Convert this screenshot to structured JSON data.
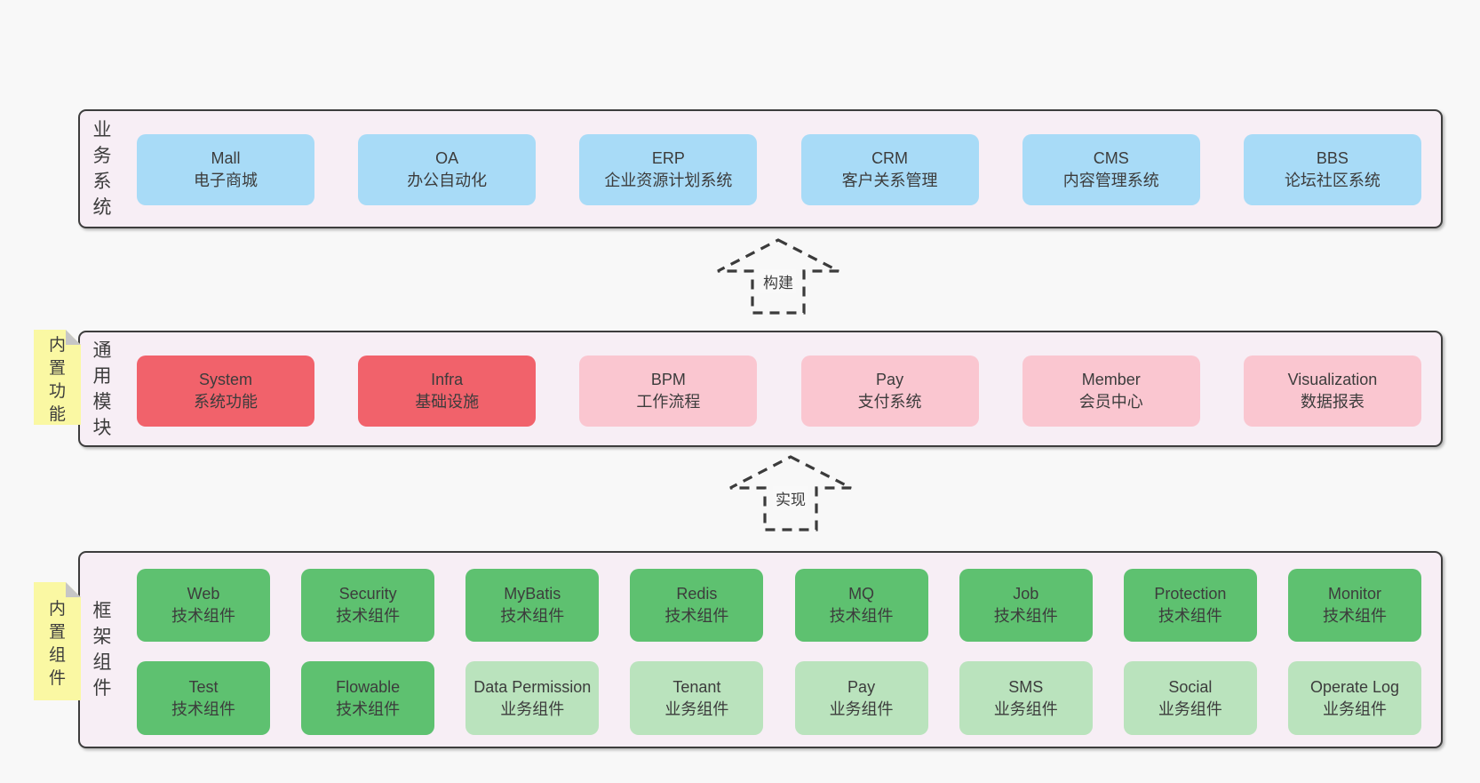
{
  "colors": {
    "page_bg": "#f8f8f8",
    "panel_bg": "#f7eef5",
    "panel_border": "#3d3d3d",
    "business_box_blue": "#a8dbf7",
    "core_module_red": "#f1626b",
    "optional_module_pink": "#fac6d0",
    "tech_component_green": "#5ec170",
    "biz_component_lightgreen": "#bae3bd",
    "sticky_yellow": "#faf8a3",
    "sticky_fold_gray": "#c6c6c6",
    "text": "#3c3c3c"
  },
  "layers": {
    "business": {
      "label": "业务系统",
      "boxes": [
        {
          "title": "Mall",
          "subtitle": "电子商城",
          "color": "blue"
        },
        {
          "title": "OA",
          "subtitle": "办公自动化",
          "color": "blue"
        },
        {
          "title": "ERP",
          "subtitle": "企业资源计划系统",
          "color": "blue"
        },
        {
          "title": "CRM",
          "subtitle": "客户关系管理",
          "color": "blue"
        },
        {
          "title": "CMS",
          "subtitle": "内容管理系统",
          "color": "blue"
        },
        {
          "title": "BBS",
          "subtitle": "论坛社区系统",
          "color": "blue"
        }
      ]
    },
    "modules": {
      "label": "通用模块",
      "sticky": "内置功能",
      "boxes": [
        {
          "title": "System",
          "subtitle": "系统功能",
          "color": "red"
        },
        {
          "title": "Infra",
          "subtitle": "基础设施",
          "color": "red"
        },
        {
          "title": "BPM",
          "subtitle": "工作流程",
          "color": "pink"
        },
        {
          "title": "Pay",
          "subtitle": "支付系统",
          "color": "pink"
        },
        {
          "title": "Member",
          "subtitle": "会员中心",
          "color": "pink"
        },
        {
          "title": "Visualization",
          "subtitle": "数据报表",
          "color": "pink"
        }
      ]
    },
    "components": {
      "label": "框架组件",
      "sticky": "内置组件",
      "row1": [
        {
          "title": "Web",
          "subtitle": "技术组件",
          "color": "green"
        },
        {
          "title": "Security",
          "subtitle": "技术组件",
          "color": "green"
        },
        {
          "title": "MyBatis",
          "subtitle": "技术组件",
          "color": "green"
        },
        {
          "title": "Redis",
          "subtitle": "技术组件",
          "color": "green"
        },
        {
          "title": "MQ",
          "subtitle": "技术组件",
          "color": "green"
        },
        {
          "title": "Job",
          "subtitle": "技术组件",
          "color": "green"
        },
        {
          "title": "Protection",
          "subtitle": "技术组件",
          "color": "green"
        },
        {
          "title": "Monitor",
          "subtitle": "技术组件",
          "color": "green"
        }
      ],
      "row2": [
        {
          "title": "Test",
          "subtitle": "技术组件",
          "color": "green"
        },
        {
          "title": "Flowable",
          "subtitle": "技术组件",
          "color": "green"
        },
        {
          "title": "Data Permission",
          "subtitle": "业务组件",
          "color": "lightgreen"
        },
        {
          "title": "Tenant",
          "subtitle": "业务组件",
          "color": "lightgreen"
        },
        {
          "title": "Pay",
          "subtitle": "业务组件",
          "color": "lightgreen"
        },
        {
          "title": "SMS",
          "subtitle": "业务组件",
          "color": "lightgreen"
        },
        {
          "title": "Social",
          "subtitle": "业务组件",
          "color": "lightgreen"
        },
        {
          "title": "Operate Log",
          "subtitle": "业务组件",
          "color": "lightgreen"
        }
      ]
    }
  },
  "arrows": {
    "build": {
      "label": "构建"
    },
    "implement": {
      "label": "实现"
    }
  }
}
